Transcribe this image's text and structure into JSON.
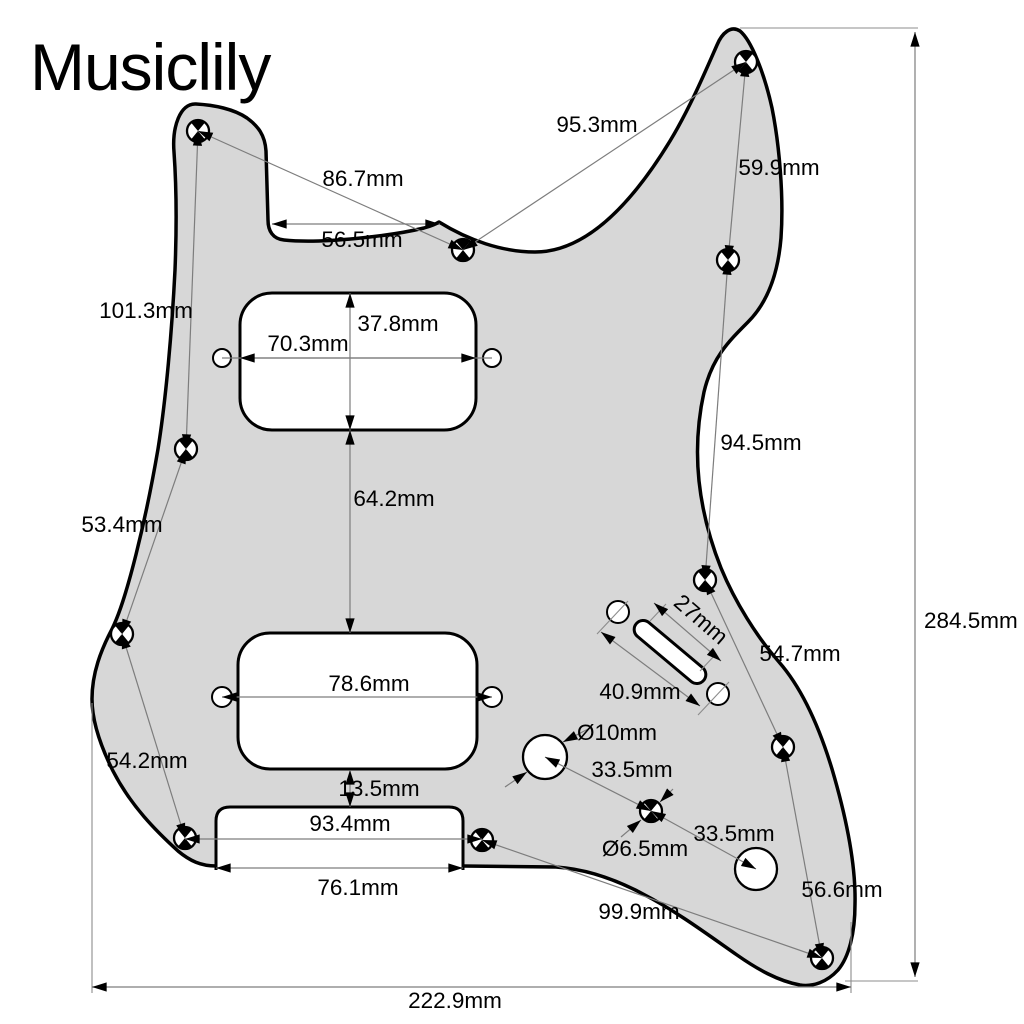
{
  "brand": "Musiclily",
  "unit": "mm",
  "colors": {
    "pickguard_fill": "#d7d7d7",
    "outline": "#000000",
    "dimension_line": "#7d7d7d",
    "text": "#000000",
    "background": "#ffffff"
  },
  "labels": {
    "horn_diag": "86.7mm",
    "notch_width": "56.5mm",
    "top_diag": "95.3mm",
    "right_top": "59.9mm",
    "left_top": "101.3mm",
    "neck_pickup_height": "37.8mm",
    "neck_pickup_width": "70.3mm",
    "left_mid": "53.4mm",
    "right_upper": "94.5mm",
    "pickup_gap": "64.2mm",
    "right_lower": "54.7mm",
    "switch_slot_length": "27mm",
    "switch_holes": "40.9mm",
    "bridge_pickup_width": "78.6mm",
    "knob_diameter": "Ø10mm",
    "knob_spacing_1": "33.5mm",
    "left_bottom": "54.2mm",
    "bridge_neck_gap": "13.5mm",
    "neck_slot_holes": "93.4mm",
    "mid_hole_diameter": "Ø6.5mm",
    "knob_spacing_2": "33.5mm",
    "neck_slot_width": "76.1mm",
    "right_bottom": "56.6mm",
    "bottom_diag": "99.9mm",
    "total_width": "222.9mm",
    "total_height": "284.5mm"
  }
}
